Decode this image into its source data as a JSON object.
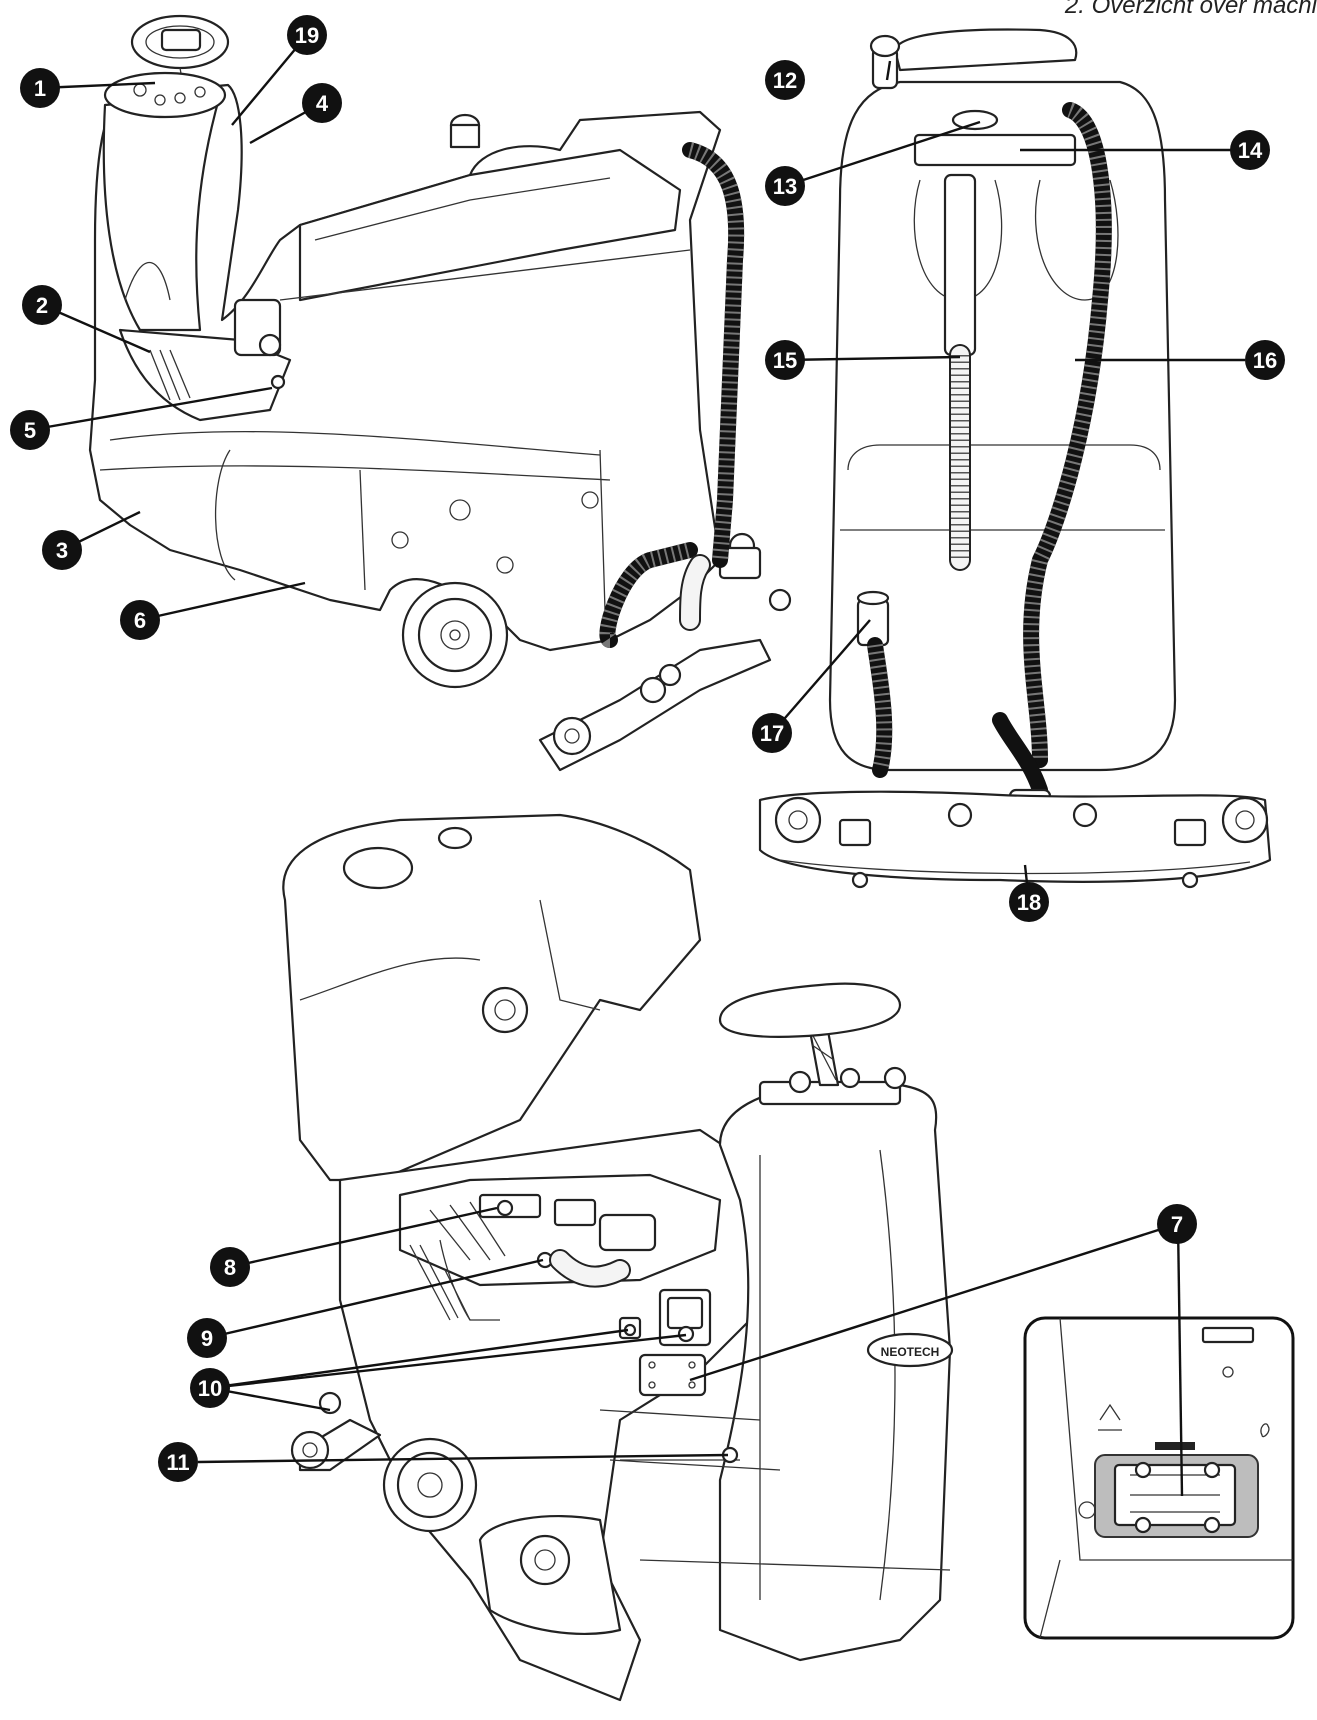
{
  "header": {
    "text": "2. Overzicht over machi"
  },
  "callouts": [
    {
      "id": "1",
      "label": "1"
    },
    {
      "id": "2",
      "label": "2"
    },
    {
      "id": "3",
      "label": "3"
    },
    {
      "id": "4",
      "label": "4"
    },
    {
      "id": "5",
      "label": "5"
    },
    {
      "id": "6",
      "label": "6"
    },
    {
      "id": "7",
      "label": "7"
    },
    {
      "id": "7b",
      "label": "7"
    },
    {
      "id": "8",
      "label": "8"
    },
    {
      "id": "9",
      "label": "9"
    },
    {
      "id": "10",
      "label": "10"
    },
    {
      "id": "11",
      "label": "11"
    },
    {
      "id": "12",
      "label": "12"
    },
    {
      "id": "13",
      "label": "13"
    },
    {
      "id": "14",
      "label": "14"
    },
    {
      "id": "15",
      "label": "15"
    },
    {
      "id": "16",
      "label": "16"
    },
    {
      "id": "17",
      "label": "17"
    },
    {
      "id": "18",
      "label": "18"
    },
    {
      "id": "19",
      "label": "19"
    }
  ],
  "logo": {
    "text": "NEOTECH"
  }
}
